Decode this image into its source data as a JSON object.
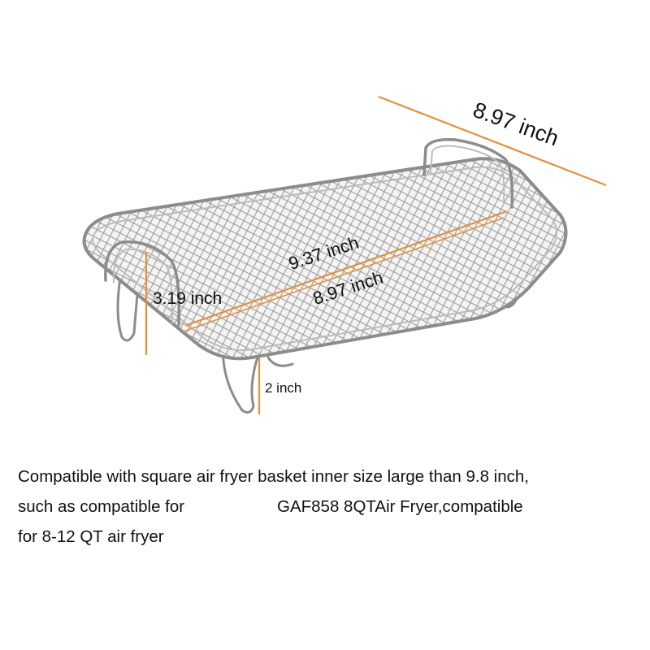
{
  "dimensions": {
    "top_length": "8.97 inch",
    "diagonal": "9.37 inch",
    "width": "8.97 inch",
    "rack_height": "3.19 inch",
    "leg_height": "2 inch"
  },
  "caption": {
    "line1": "Compatible with square air fryer basket inner size large than 9.8 inch,",
    "line2": "such as compatible for                    GAF858 8QTAir Fryer,compatible",
    "line3": "for 8-12 QT air fryer"
  },
  "colors": {
    "dimension_line": "#e0913c",
    "metal": "#8c8c8c",
    "metal_light": "#c4c4c4"
  }
}
